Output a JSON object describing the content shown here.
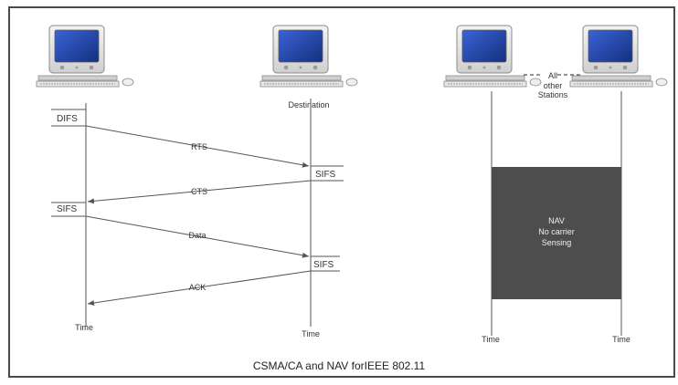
{
  "caption": "CSMA/CA and NAV forIEEE 802.11",
  "labels": {
    "destination": "Destination",
    "other_stations": [
      "All",
      "other",
      "Stations"
    ],
    "nav_box": [
      "NAV",
      "No carrier",
      "Sensing"
    ],
    "time": "Time"
  },
  "intervals": {
    "difs": "DIFS",
    "sifs": "SIFS"
  },
  "messages": {
    "rts": "RTS",
    "cts": "CTS",
    "data": "Data",
    "ack": "ACK"
  },
  "colors": {
    "frame_border": "#4a4a4a",
    "nav_box": "#4d4d4d",
    "nav_text": "#eeeeee",
    "line": "#555555",
    "monitor_screen": "#1f3d9e",
    "monitor_body": "#e8e8e8"
  }
}
